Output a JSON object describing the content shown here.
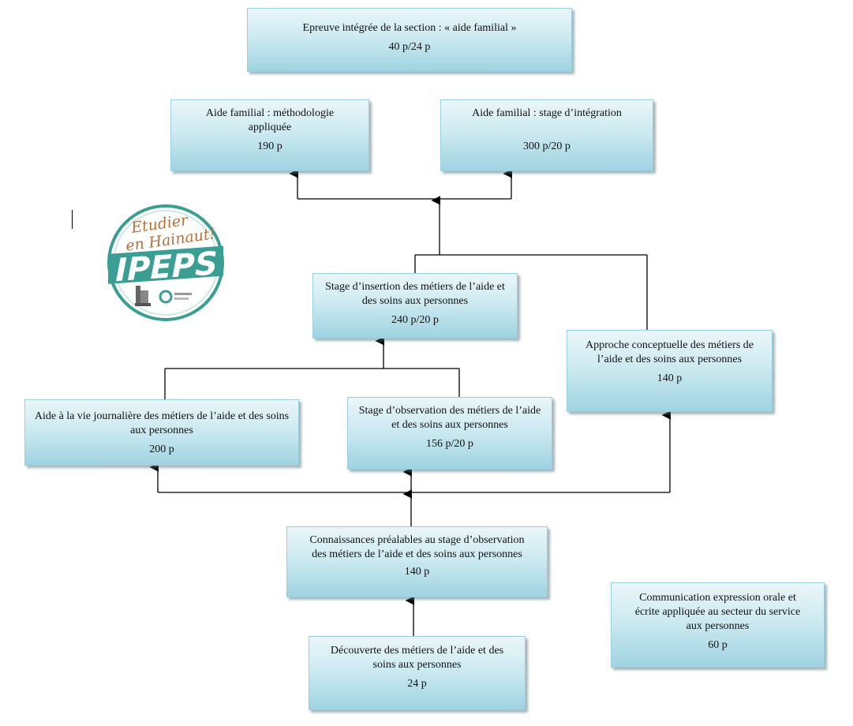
{
  "boxes": {
    "epreuve": {
      "title": "Epreuve intégrée de la section : « aide familial »",
      "periods": "40 p/24 p"
    },
    "methodologie": {
      "title": "Aide familial : méthodologie appliquée",
      "periods": "190 p"
    },
    "stage_integration": {
      "title": "Aide familial : stage d’intégration",
      "periods": "300 p/20 p"
    },
    "stage_insertion": {
      "title": "Stage d’insertion des métiers de l’aide et des soins aux personnes",
      "periods": "240 p/20 p"
    },
    "approche": {
      "title": "Approche conceptuelle des métiers de l’aide et des soins aux personnes",
      "periods": "140 p"
    },
    "vie_journaliere": {
      "title": "Aide à la vie journalière  des métiers de l’aide et des soins aux personnes",
      "periods": "200 p"
    },
    "stage_observation": {
      "title": "Stage d’observation des métiers de l’aide et des soins aux personnes",
      "periods": "156 p/20 p"
    },
    "connaissances": {
      "title": "Connaissances préalables  au stage d’observation des métiers de l’aide et des soins aux personnes",
      "periods": "140 p"
    },
    "decouverte": {
      "title": "Découverte des métiers de l’aide et des soins aux personnes",
      "periods": "24 p"
    },
    "communication": {
      "title": "Communication expression  orale et écrite appliquée au secteur du service aux personnes",
      "periods": "60 p"
    }
  },
  "logo": {
    "tagline_line1": "Etudier",
    "tagline_line2": "en Hainaut!",
    "name": "IPEPS",
    "accent_color": "#2f9b8f",
    "tagline_color": "#b5703a"
  },
  "colors": {
    "box_gradient_top": "#eaf6f9",
    "box_gradient_bottom": "#9fd3e1",
    "connector": "#000000"
  }
}
